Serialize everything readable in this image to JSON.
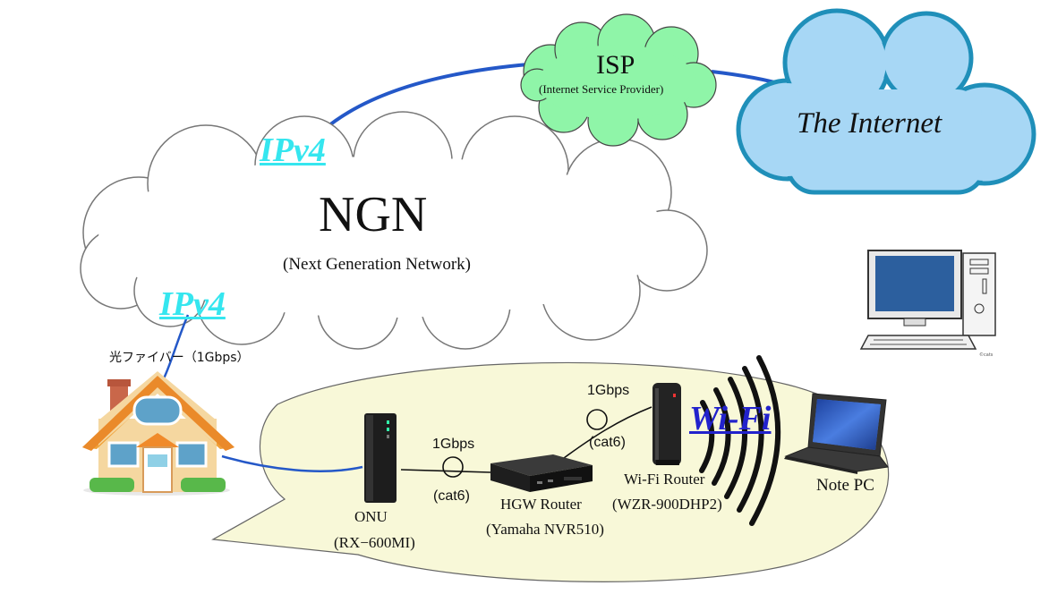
{
  "colors": {
    "ngn_cloud_fill": "#ffffff",
    "isp_cloud_fill": "#8ff5a8",
    "internet_cloud_fill": "#a7d7f5",
    "internet_cloud_stroke": "#1f8fb9",
    "link_blue": "#2458c8",
    "bubble_fill": "#f8f8d8",
    "ipv4_text": "#35e6ef",
    "wifi_text": "#2222cc"
  },
  "clouds": {
    "ngn": {
      "title": "NGN",
      "subtitle": "(Next Generation Network)"
    },
    "isp": {
      "title": "ISP",
      "subtitle": "(Internet Service Provider)"
    },
    "internet": {
      "title": "The Internet"
    }
  },
  "links": {
    "ipv4_upper": "IPv4",
    "ipv4_lower": "IPv4",
    "fiber": "光ファイバー（1Gbps）",
    "onu_hgw_speed": "1Gbps",
    "onu_hgw_cable": "(cat6)",
    "hgw_wifi_speed": "1Gbps",
    "hgw_wifi_cable": "(cat6)",
    "wifi": "Wi-Fi"
  },
  "devices": {
    "onu": {
      "name": "ONU",
      "model": "(RX−600MI)"
    },
    "hgw": {
      "name": "HGW Router",
      "model": "(Yamaha NVR510)"
    },
    "wifi_router": {
      "name": "Wi-Fi Router",
      "model": "(WZR-900DHP2)"
    },
    "note_pc": {
      "name": "Note PC"
    }
  },
  "icons": [
    "house-icon",
    "desktop-pc-icon",
    "notebook-pc-icon",
    "onu-device-icon",
    "hgw-router-icon",
    "wifi-router-icon",
    "wifi-signal-icon",
    "cable-coil-icon"
  ]
}
